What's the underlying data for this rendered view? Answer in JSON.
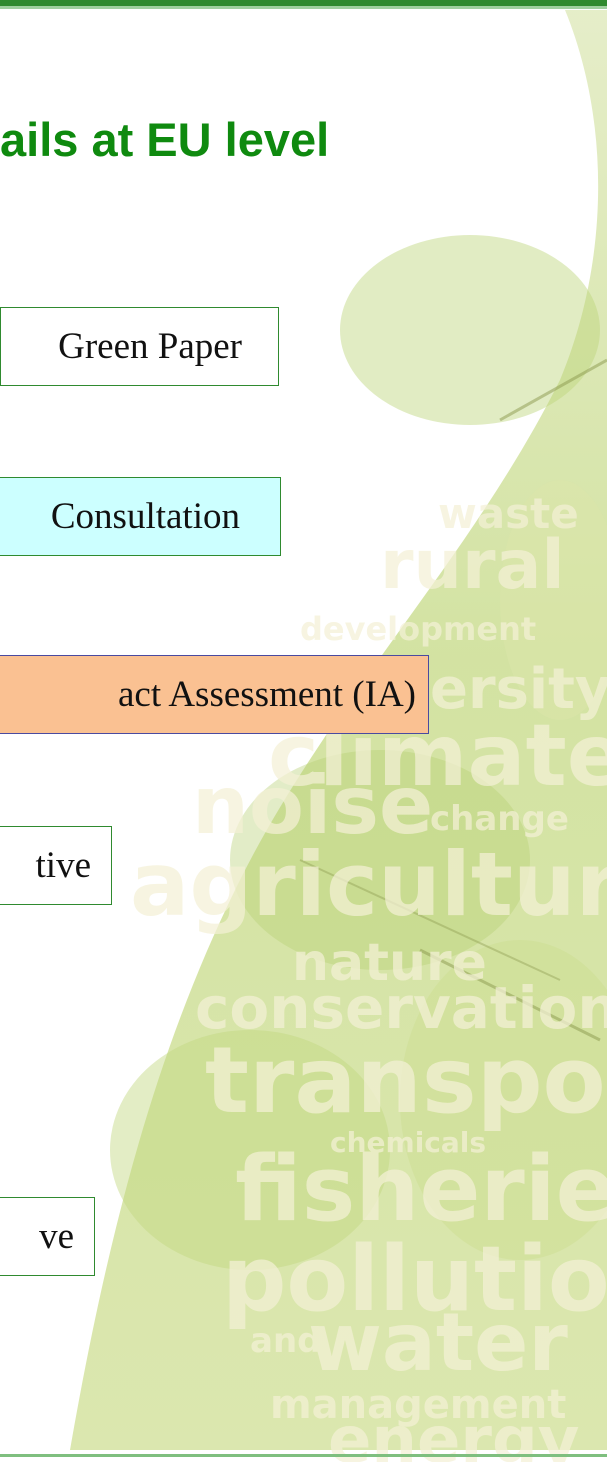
{
  "title": "ails at EU level",
  "steps": [
    {
      "label": "Green Paper"
    },
    {
      "label": "Consultation"
    },
    {
      "label": "act Assessment (IA)"
    },
    {
      "label": "tive"
    },
    {
      "label": "ve"
    }
  ],
  "background_words": {
    "waste": "waste",
    "rural": "rural",
    "development": "development",
    "biodiversity": "ersity",
    "climate": "climate",
    "noise": "noise",
    "change": "change",
    "agriculture": "agriculture",
    "nature": "nature",
    "conservation": "conservation",
    "transport": "transport",
    "chemicals": "chemicals",
    "fisheries": "fisheries",
    "pollution": "pollution",
    "and": "and",
    "water": "water",
    "management": "management",
    "energy": "energy"
  },
  "colors": {
    "title": "#0f8a0f",
    "rule": "#2f8a2f",
    "consultation_fill": "#ccffff",
    "ia_fill": "#fac192",
    "leaf_green": "#c9dc8f",
    "word_tint": "#f4f1d6"
  }
}
